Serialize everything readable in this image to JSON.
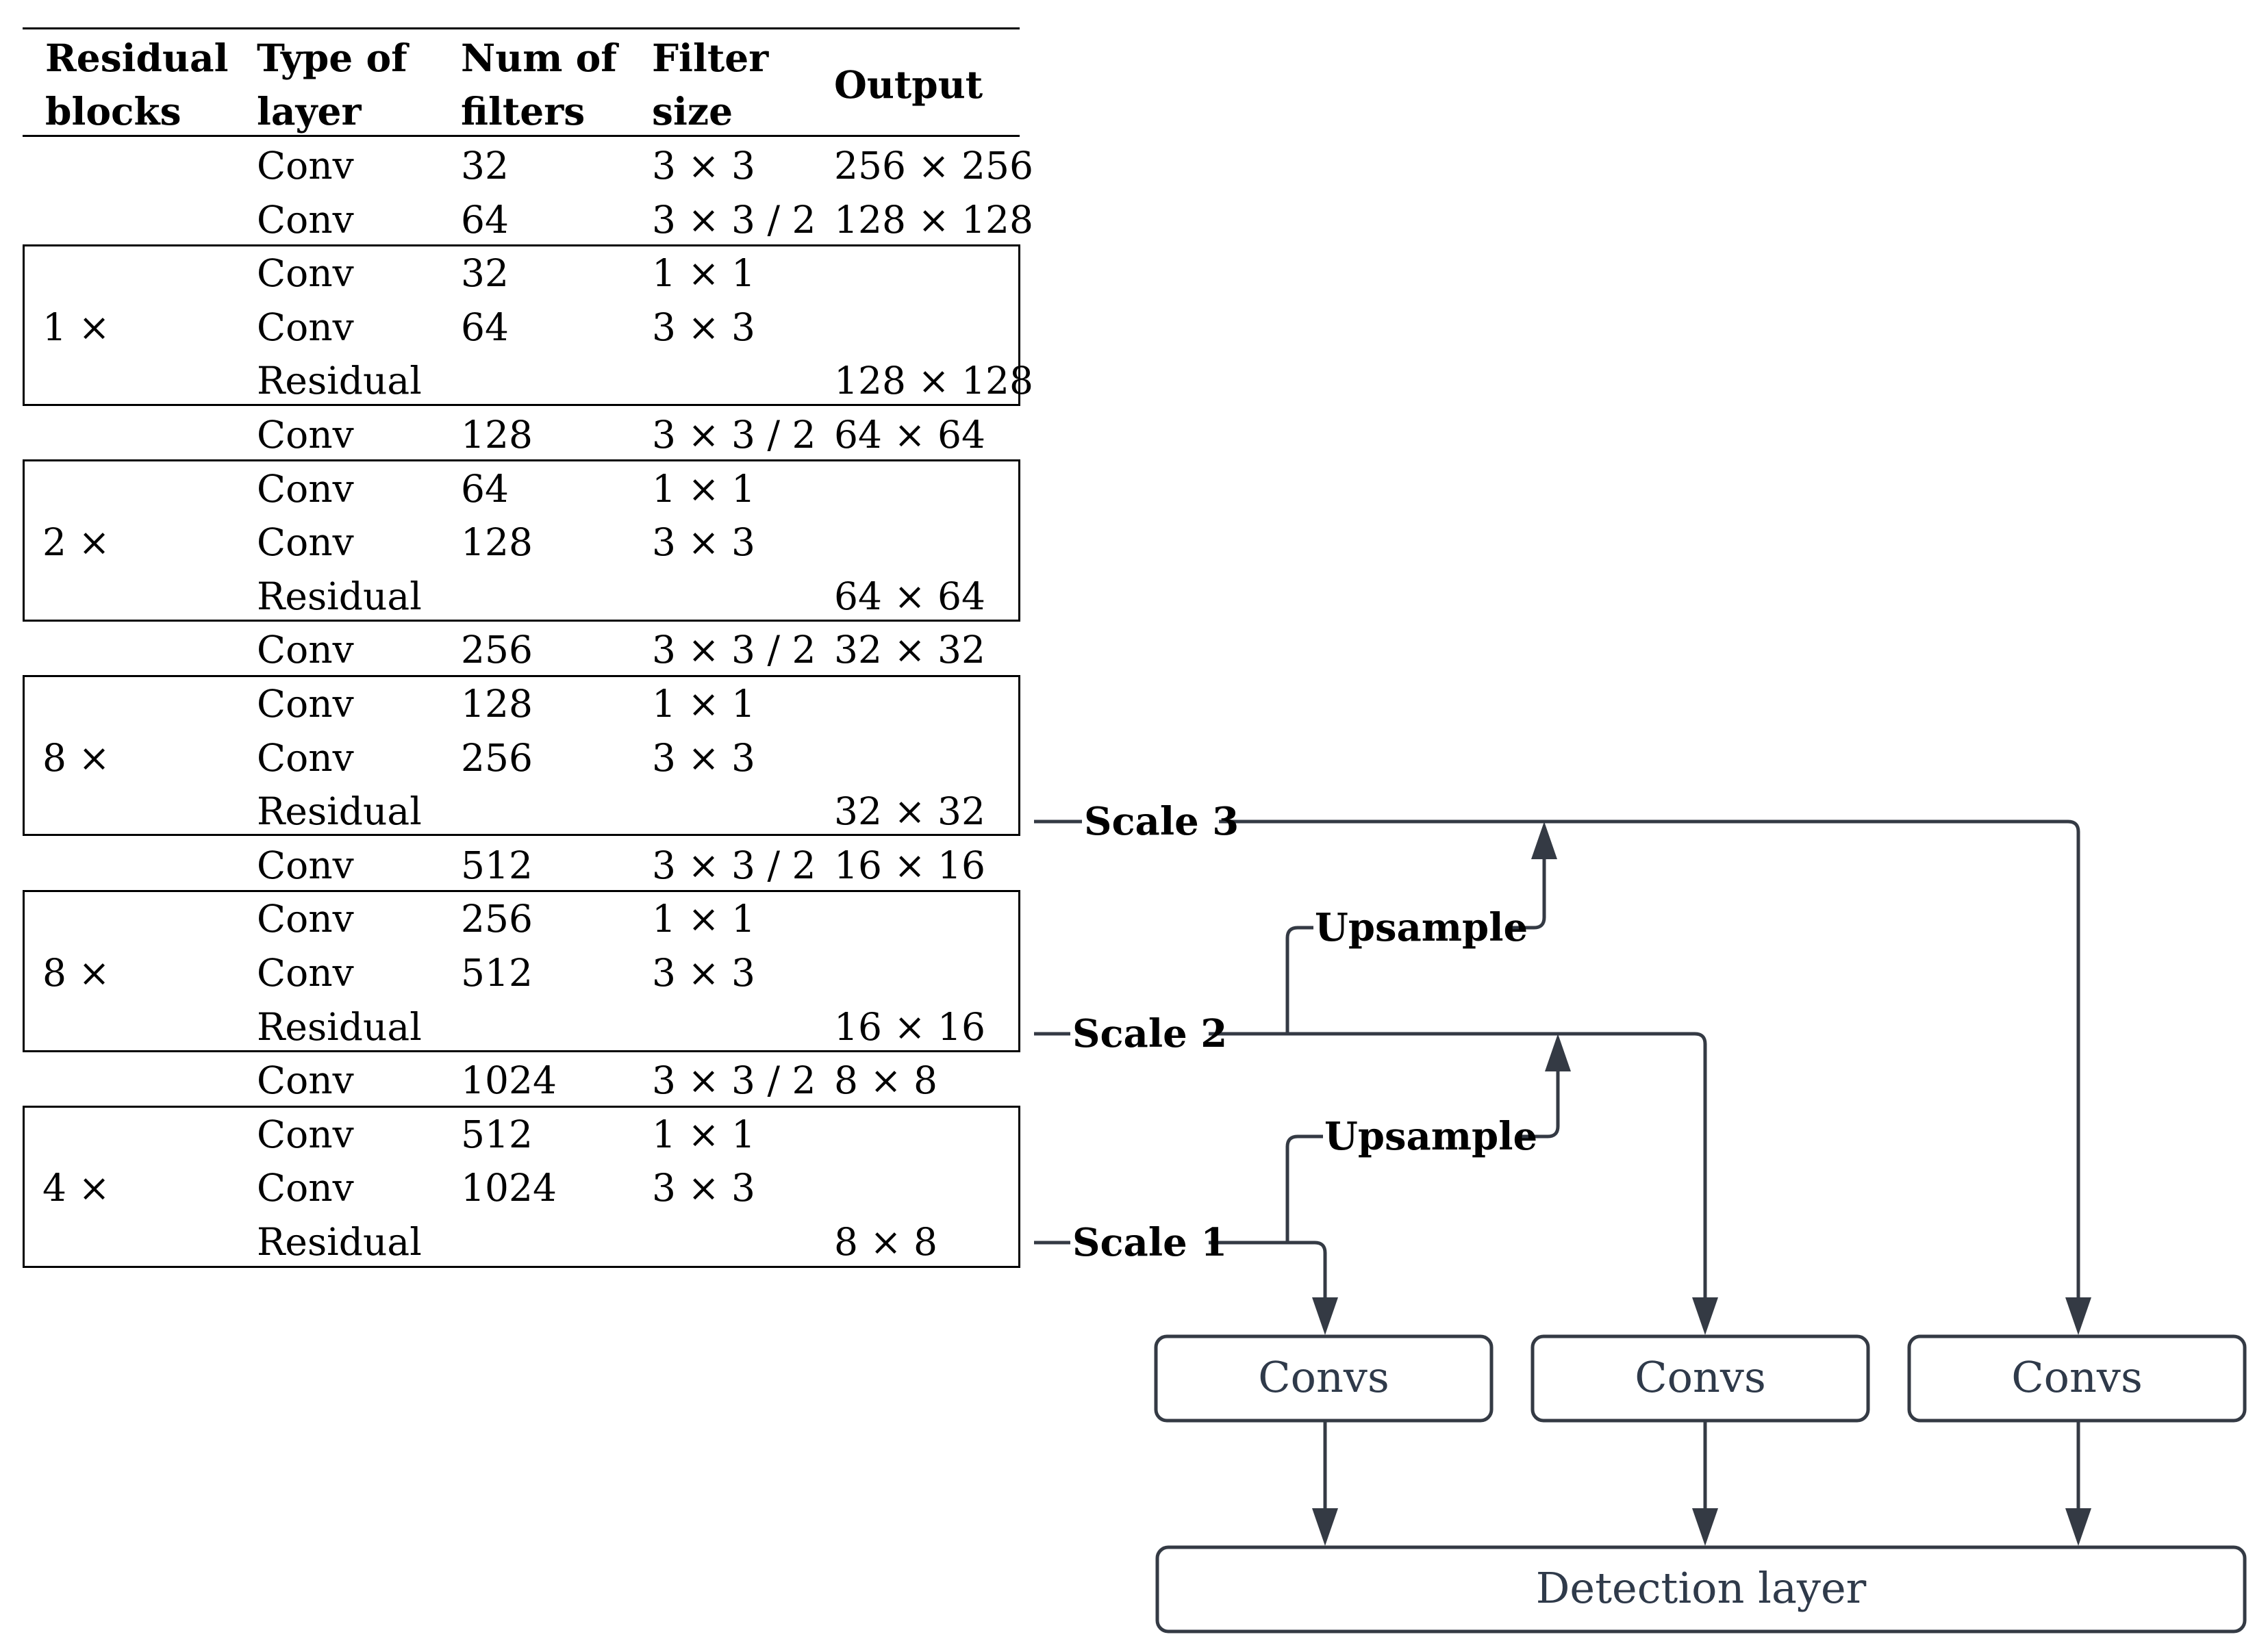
{
  "table": {
    "headers": [
      [
        "Residual",
        "blocks"
      ],
      [
        "Type of",
        "layer"
      ],
      [
        "Num of",
        "filters"
      ],
      [
        "Filter",
        "size"
      ],
      [
        "Output"
      ]
    ],
    "rows": [
      {
        "block": "",
        "type": "Conv",
        "filters": "32",
        "size": "3 × 3",
        "output": "256 × 256"
      },
      {
        "block": "",
        "type": "Conv",
        "filters": "64",
        "size": "3 × 3 / 2",
        "output": "128 × 128"
      },
      {
        "block": "",
        "type": "Conv",
        "filters": "32",
        "size": "1 × 1",
        "output": ""
      },
      {
        "block": "1 ×",
        "type": "Conv",
        "filters": "64",
        "size": "3 × 3",
        "output": ""
      },
      {
        "block": "",
        "type": "Residual",
        "filters": "",
        "size": "",
        "output": "128 × 128"
      },
      {
        "block": "",
        "type": "Conv",
        "filters": "128",
        "size": "3 × 3 / 2",
        "output": "64 × 64"
      },
      {
        "block": "",
        "type": "Conv",
        "filters": "64",
        "size": "1 × 1",
        "output": ""
      },
      {
        "block": "2 ×",
        "type": "Conv",
        "filters": "128",
        "size": "3 × 3",
        "output": ""
      },
      {
        "block": "",
        "type": "Residual",
        "filters": "",
        "size": "",
        "output": "64 × 64"
      },
      {
        "block": "",
        "type": "Conv",
        "filters": "256",
        "size": "3 × 3 / 2",
        "output": "32 × 32"
      },
      {
        "block": "",
        "type": "Conv",
        "filters": "128",
        "size": "1 × 1",
        "output": ""
      },
      {
        "block": "8 ×",
        "type": "Conv",
        "filters": "256",
        "size": "3 × 3",
        "output": ""
      },
      {
        "block": "",
        "type": "Residual",
        "filters": "",
        "size": "",
        "output": "32 × 32"
      },
      {
        "block": "",
        "type": "Conv",
        "filters": "512",
        "size": "3 × 3 / 2",
        "output": "16 × 16"
      },
      {
        "block": "",
        "type": "Conv",
        "filters": "256",
        "size": "1 × 1",
        "output": ""
      },
      {
        "block": "8 ×",
        "type": "Conv",
        "filters": "512",
        "size": "3 × 3",
        "output": ""
      },
      {
        "block": "",
        "type": "Residual",
        "filters": "",
        "size": "",
        "output": "16 × 16"
      },
      {
        "block": "",
        "type": "Conv",
        "filters": "1024",
        "size": "3 × 3 / 2",
        "output": "8 × 8"
      },
      {
        "block": "",
        "type": "Conv",
        "filters": "512",
        "size": "1 × 1",
        "output": ""
      },
      {
        "block": "4 ×",
        "type": "Conv",
        "filters": "1024",
        "size": "3 × 3",
        "output": ""
      },
      {
        "block": "",
        "type": "Residual",
        "filters": "",
        "size": "",
        "output": "8 × 8"
      }
    ]
  },
  "diagram": {
    "scale3_label": "Scale 3",
    "scale2_label": "Scale 2",
    "scale1_label": "Scale 1",
    "upsample_upper_label": "Upsample",
    "upsample_lower_label": "Upsample",
    "convs_labels": [
      "Convs",
      "Convs",
      "Convs"
    ],
    "detection_label": "Detection layer",
    "line_color": "#343a44"
  }
}
